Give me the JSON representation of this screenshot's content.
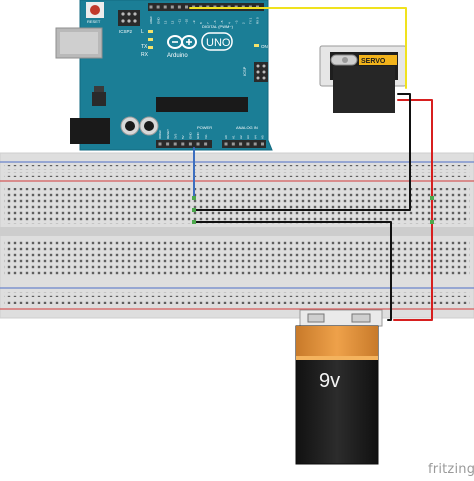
{
  "arduino": {
    "board_name": "UNO",
    "brand": "Arduino",
    "reset_label": "RESET",
    "icsp2_label": "ICSP2",
    "icsp_label": "ICSP",
    "led_labels": [
      "TX",
      "RX",
      "L"
    ],
    "on_label": "ON",
    "digital_label": "DIGITAL (PWM~)",
    "power_label": "POWER",
    "analog_label": "ANALOG IN",
    "digital_pins": [
      "AREF",
      "GND",
      "13",
      "12",
      "~11",
      "~10",
      "~9",
      "8",
      "7",
      "~6",
      "~5",
      "4",
      "~3",
      "2",
      "TX 1",
      "RX 0"
    ],
    "power_pins": [
      "IOREF",
      "RESET",
      "3V3",
      "5V",
      "GND",
      "GND",
      "Vin"
    ],
    "analog_pins": [
      "A0",
      "A1",
      "A2",
      "A3",
      "A4",
      "A5"
    ]
  },
  "servo": {
    "label": "SERVO"
  },
  "battery": {
    "label": "9v"
  },
  "wires": {
    "signal": "#f0e21e",
    "power": "#d71f1f",
    "ground": "#111111",
    "breadboard_link": "#3c6fc0"
  },
  "colors": {
    "board": "#1b7e96",
    "breadboard": "#e2e2e2",
    "rail_red": "#d13b3b",
    "rail_blue": "#4f6fc7",
    "battery_top": "#e0913a",
    "battery_body": "#202020"
  },
  "watermark": "fritzing"
}
